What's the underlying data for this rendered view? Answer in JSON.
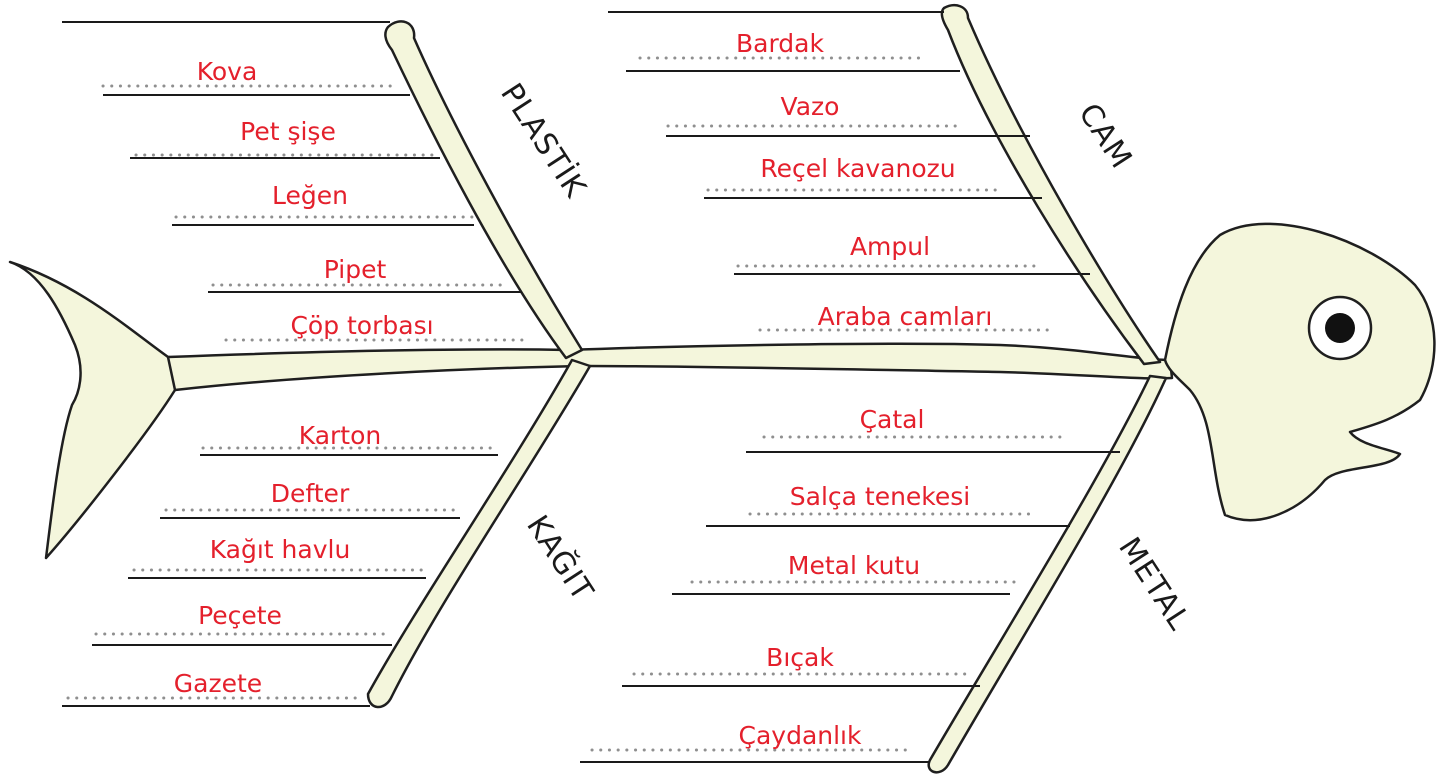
{
  "colors": {
    "answer_text": "#e4202c",
    "category_text": "#1a1a1a",
    "bone_fill": "#f4f6dc",
    "outline": "#1f1f1f",
    "dotted_guide": "#8f8f8f"
  },
  "categories": {
    "plastik": {
      "title": "PLASTİK",
      "items": [
        "Kova",
        "Pet şişe",
        "Leğen",
        "Pipet",
        "Çöp torbası"
      ]
    },
    "cam": {
      "title": "CAM",
      "items": [
        "Bardak",
        "Vazo",
        "Reçel kavanozu",
        "Ampul",
        "Araba camları"
      ]
    },
    "kagit": {
      "title": "KAĞIT",
      "items": [
        "Karton",
        "Defter",
        "Kağıt havlu",
        "Peçete",
        "Gazete"
      ]
    },
    "metal": {
      "title": "METAL",
      "items": [
        "Çatal",
        "Salça tenekesi",
        "Metal kutu",
        "Bıçak",
        "Çaydanlık"
      ]
    }
  }
}
